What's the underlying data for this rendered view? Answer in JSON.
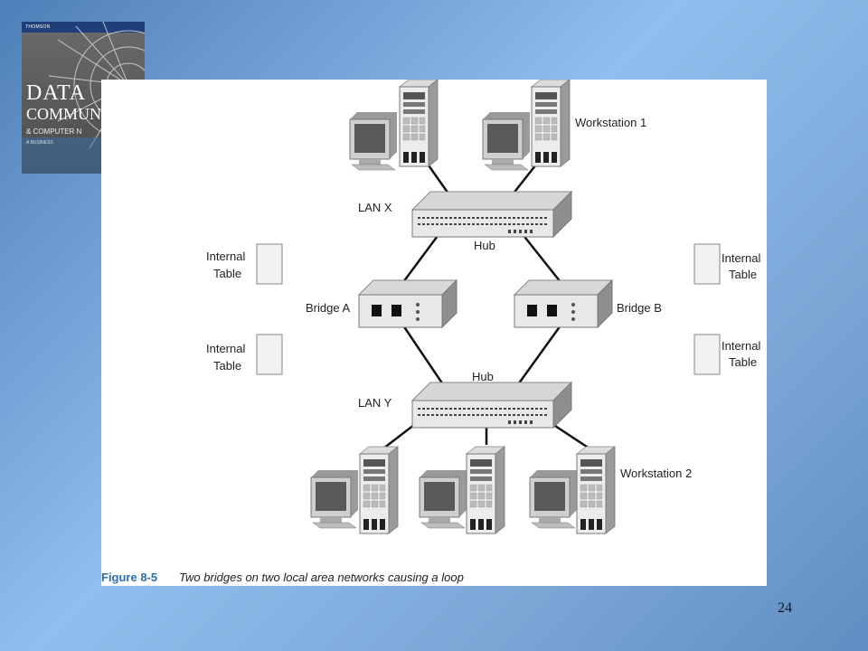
{
  "book": {
    "publisher": "THOMSON",
    "title_line1": "DATA",
    "title_line2": "COMMUNICA",
    "title_line3": "& COMPUTER N",
    "title_line4": "A BUSINESS"
  },
  "figure": {
    "labels": {
      "workstation1": "Workstation 1",
      "workstation2": "Workstation 2",
      "lan_x": "LAN X",
      "lan_y": "LAN Y",
      "hub_top": "Hub",
      "hub_bottom": "Hub",
      "bridge_a": "Bridge A",
      "bridge_b": "Bridge B",
      "internal_word": "Internal",
      "table_word": "Table"
    },
    "caption_label": "Figure 8-5",
    "caption_text": "Two bridges on two local area networks causing a loop"
  },
  "slide_number": "24"
}
